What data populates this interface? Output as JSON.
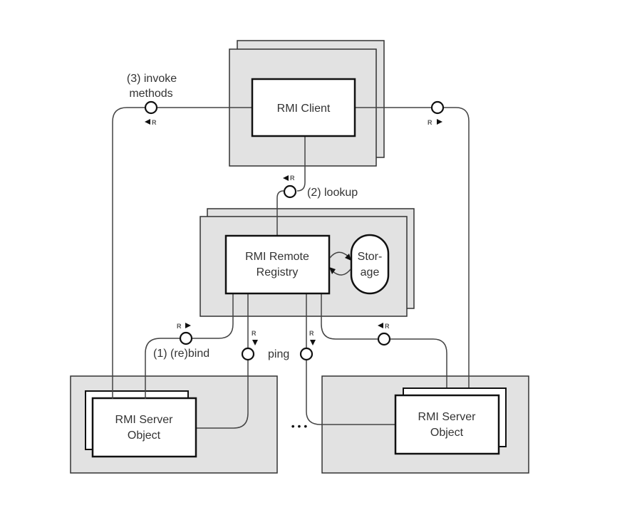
{
  "diagram": {
    "nodes": {
      "client": {
        "label": "RMI Client"
      },
      "registry": {
        "label_line1": "RMI Remote",
        "label_line2": "Registry"
      },
      "storage": {
        "label_line1": "Stor-",
        "label_line2": "age"
      },
      "server_left": {
        "label_line1": "RMI Server",
        "label_line2": "Object"
      },
      "server_right": {
        "label_line1": "RMI Server",
        "label_line2": "Object"
      }
    },
    "edges": {
      "invoke": {
        "label_line1": "(3) invoke",
        "label_line2": "methods"
      },
      "lookup": {
        "label": "(2) lookup"
      },
      "rebind": {
        "label": "(1) (re)bind"
      },
      "ping": {
        "label": "ping"
      }
    },
    "port_marker": "R",
    "ellipsis": "• • •",
    "colors": {
      "host_fill": "#e2e2e2",
      "stroke": "#111111",
      "text": "#333333"
    }
  }
}
